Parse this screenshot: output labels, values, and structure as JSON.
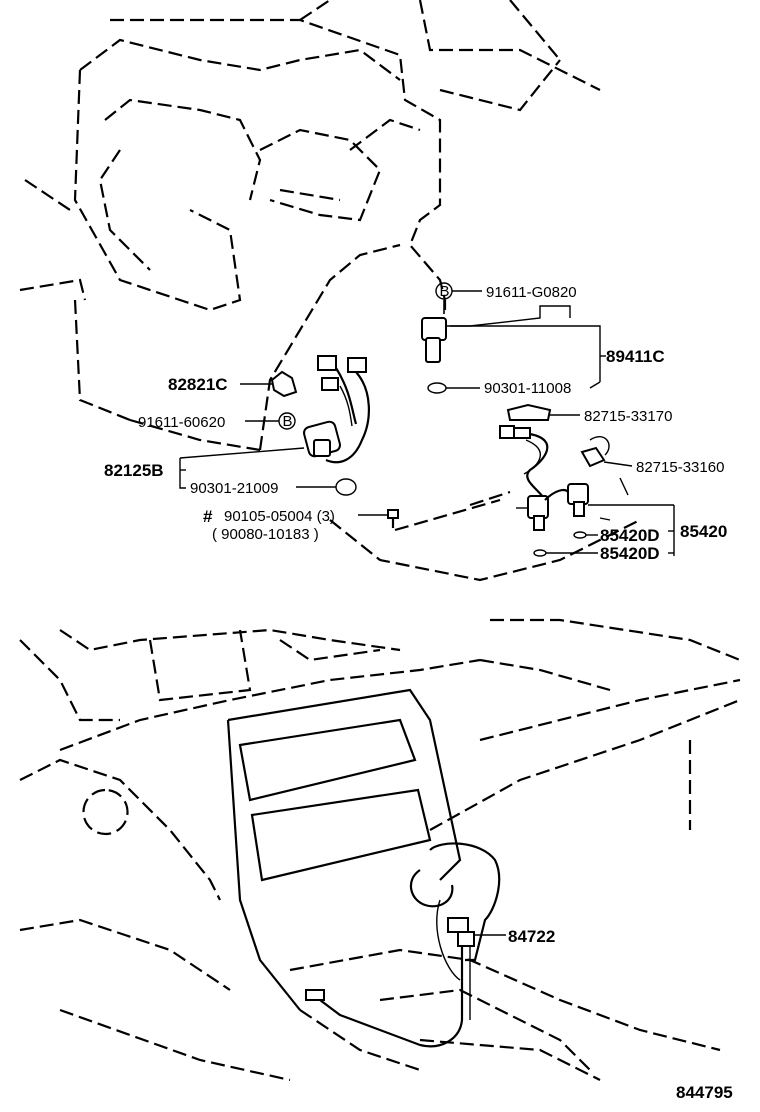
{
  "diagram": {
    "part_labels": {
      "p91611_G0820": "91611-G0820",
      "p89411C": "89411C",
      "p90301_11008": "90301-11008",
      "p82715_33170": "82715-33170",
      "p82715_33160": "82715-33160",
      "p82821C": "82821C",
      "p91611_60620": "91611-60620",
      "p82125B": "82125B",
      "p90301_21009": "90301-21009",
      "p90105_05004": "90105-05004 (3)",
      "p90080_10183": "( 90080-10183 )",
      "p85420D_a": "85420D",
      "p85420D_b": "85420D",
      "p85420": "85420",
      "p84722": "84722"
    },
    "marks": {
      "hash": "#",
      "bolt_b1": "B",
      "bolt_b2": "B"
    },
    "figure_number": "844795"
  }
}
